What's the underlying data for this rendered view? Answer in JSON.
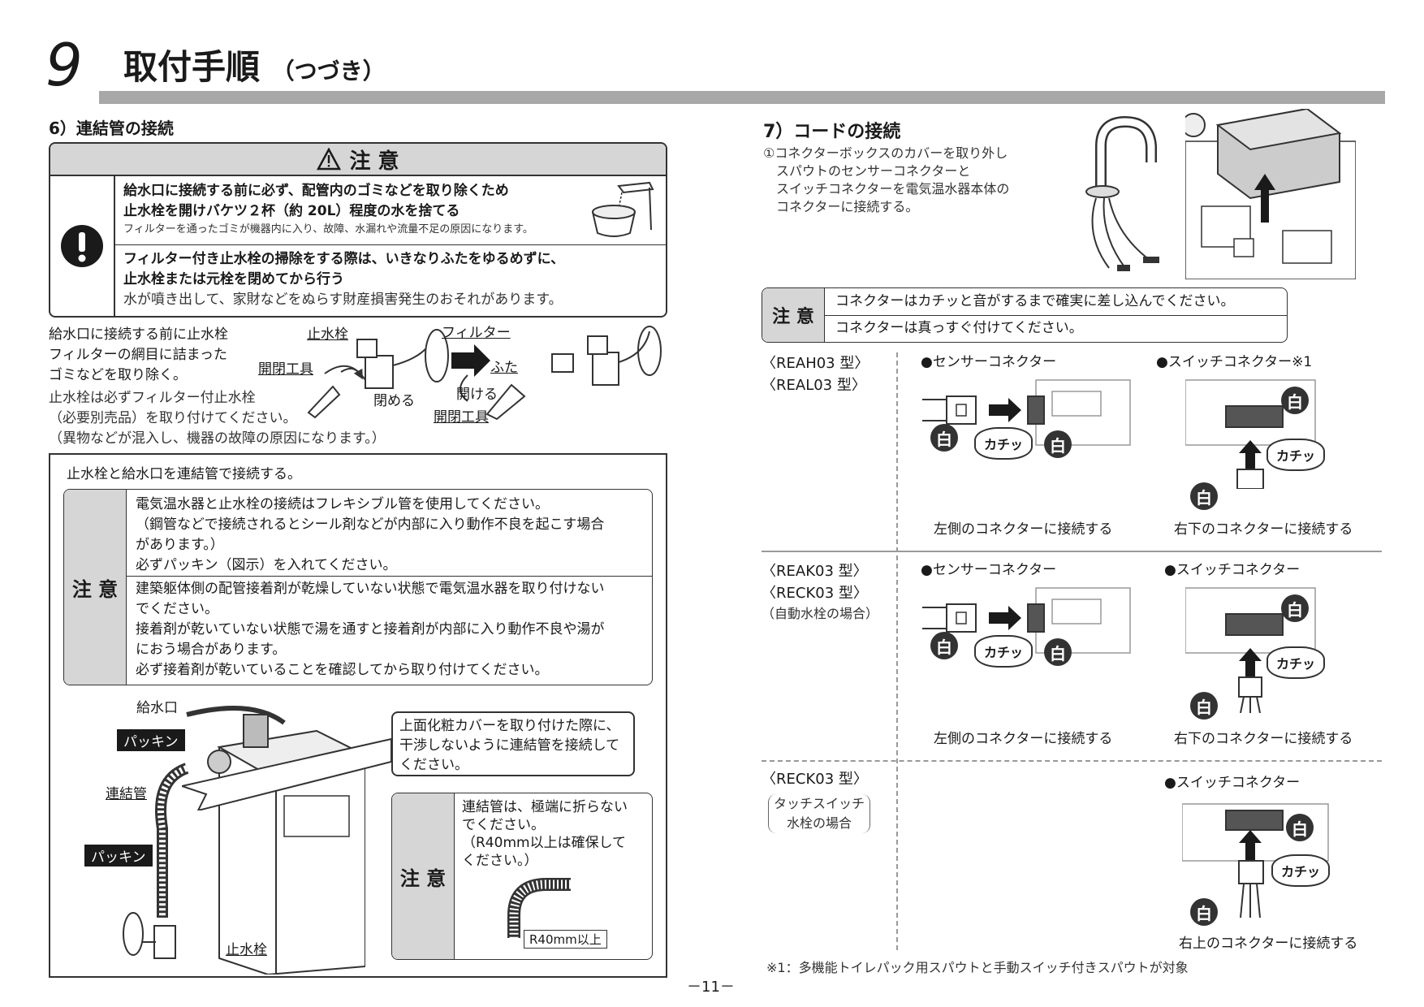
{
  "header": {
    "number": "9",
    "title": "取付手順",
    "subtitle": "（つづき）"
  },
  "s6": {
    "heading": "6）連結管の接続",
    "caution_title": "注 意",
    "caution1_line1": "給水口に接続する前に必ず、配管内のゴミなどを取り除くため",
    "caution1_line2": "止水栓を開けバケツ２杯（約 20L）程度の水を捨てる",
    "caution1_note": "フィルターを通ったゴミが機器内に入り、故障、水漏れや流量不足の原因になります。",
    "caution2_line1": "フィルター付き止水栓の掃除をする際は、いきなりふたをゆるめずに、",
    "caution2_line2": "止水栓または元栓を閉めてから行う",
    "caution2_note": "水が噴き出して、家財などをぬらす財産損害発生のおそれがあります。",
    "filter_text": [
      "給水口に接続する前に止水栓",
      "フィルターの網目に詰まった",
      "ゴミなどを取り除く。"
    ],
    "filter_note": [
      "止水栓は必ずフィルター付止水栓",
      "（必要別売品）を取り付けてください。",
      "（異物などが混入し、機器の故障の原因になります。）"
    ],
    "labels": {
      "shisuisen": "止水栓",
      "filter": "フィルター",
      "kaihei1": "開閉工具",
      "close": "閉める",
      "futa": "ふた",
      "open": "開ける",
      "kaihei2": "開閉工具"
    },
    "connect_intro": "止水栓と給水口を連結管で接続する。",
    "caution2_title": "注 意",
    "note_a": [
      "電気温水器と止水栓の接続はフレキシブル管を使用してください。",
      "（鋼管などで接続されるとシール剤などが内部に入り動作不良を起こす場合",
      "があります。）",
      "必ずパッキン（図示）を入れてください。"
    ],
    "note_b": [
      "建築躯体側の配管接着剤が乾燥していない状態で電気温水器を取り付けない",
      "でください。",
      "接着剤が乾いていない状態で湯を通すと接着剤が内部に入り動作不良や湯が",
      "におう場合があります。",
      "必ず接着剤が乾いていることを確認してから取り付けてください。"
    ],
    "diagram": {
      "kyusuiguchi": "給水口",
      "packing1": "パッキン",
      "renketsukan": "連結管",
      "packing2": "パッキン",
      "shisuisen": "止水栓"
    },
    "callout": [
      "上面化粧カバーを取り付けた際に、",
      "干渉しないように連結管を接続して",
      "ください。"
    ],
    "caution3_title": "注 意",
    "caution3_text": [
      "連結管は、極端に折らない",
      "でください。",
      "（R40mm以上は確保して",
      "ください。）"
    ],
    "r40": "R40mm以上"
  },
  "s7": {
    "heading": "7）コードの接続",
    "steps": [
      "①コネクターボックスのカバーを取り外し",
      "　スパウトのセンサーコネクターと",
      "　スイッチコネクターを電気温水器本体の",
      "　コネクターに接続する。"
    ],
    "caution_title": "注 意",
    "caution_lines": [
      "コネクターはカチッと音がするまで確実に差し込んでください。",
      "コネクターは真っすぐ付けてください。"
    ],
    "row1": {
      "models": [
        "〈REAH03 型〉",
        "〈REAL03 型〉"
      ],
      "sensor": "●センサーコネクター",
      "switch": "●スイッチコネクター※1",
      "cap_left": "左側のコネクターに接続する",
      "cap_right": "右下のコネクターに接続する"
    },
    "row2": {
      "models": [
        "〈REAK03 型〉",
        "〈RECK03 型〉"
      ],
      "note": "（自動水栓の場合）",
      "sensor": "●センサーコネクター",
      "switch": "●スイッチコネクター",
      "cap_left": "左側のコネクターに接続する",
      "cap_right": "右下のコネクターに接続する"
    },
    "row3": {
      "models": [
        "〈RECK03 型〉"
      ],
      "note": [
        "タッチスイッチ",
        "水栓の場合"
      ],
      "switch": "●スイッチコネクター",
      "cap_right": "右上のコネクターに接続する"
    },
    "white": "白",
    "click": "カチッ",
    "footnote": "※1：多機能トイレパック用スパウトと手動スイッチ付きスパウトが対象"
  },
  "page_number": "－11－"
}
